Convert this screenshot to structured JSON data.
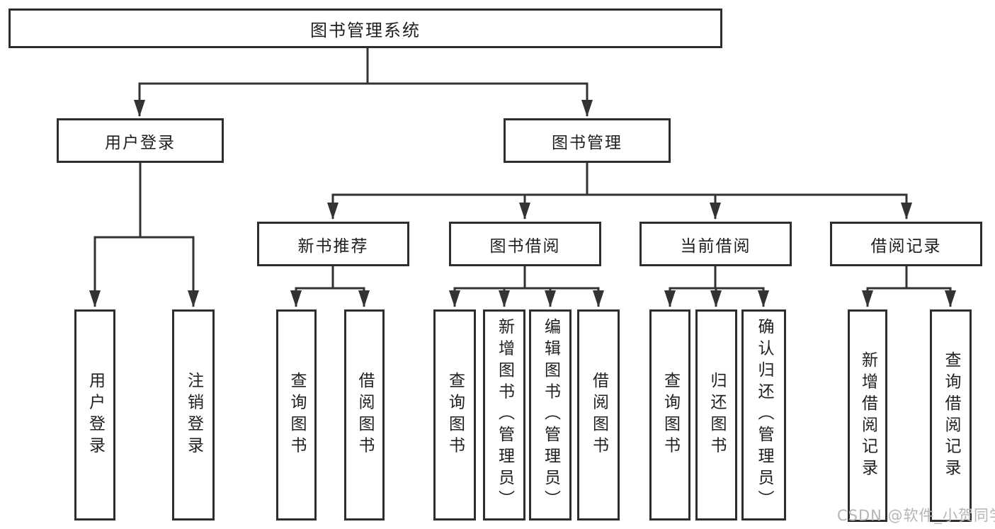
{
  "colors": {
    "line": "#333333",
    "box_border": "#2e2e2e",
    "text": "#1f1f1f",
    "background": "#ffffff",
    "watermark": "#b5b5b5"
  },
  "watermark": {
    "text": "CSDN @软件_小贺同学"
  },
  "tree": {
    "label": "图书管理系统",
    "children": [
      {
        "label": "用户登录",
        "children": [
          {
            "label": "用户登录"
          },
          {
            "label": "注销登录"
          }
        ]
      },
      {
        "label": "图书管理",
        "children": [
          {
            "label": "新书推荐",
            "children": [
              {
                "label": "查询图书"
              },
              {
                "label": "借阅图书"
              }
            ]
          },
          {
            "label": "图书借阅",
            "children": [
              {
                "label": "查询图书"
              },
              {
                "label": "新增图书（管理员）"
              },
              {
                "label": "编辑图书（管理员）"
              },
              {
                "label": "借阅图书"
              }
            ]
          },
          {
            "label": "当前借阅",
            "children": [
              {
                "label": "查询图书"
              },
              {
                "label": "归还图书"
              },
              {
                "label": "确认归还（管理员）"
              }
            ]
          },
          {
            "label": "借阅记录",
            "children": [
              {
                "label": "新增借阅记录"
              },
              {
                "label": "查询借阅记录"
              }
            ]
          }
        ]
      }
    ]
  }
}
